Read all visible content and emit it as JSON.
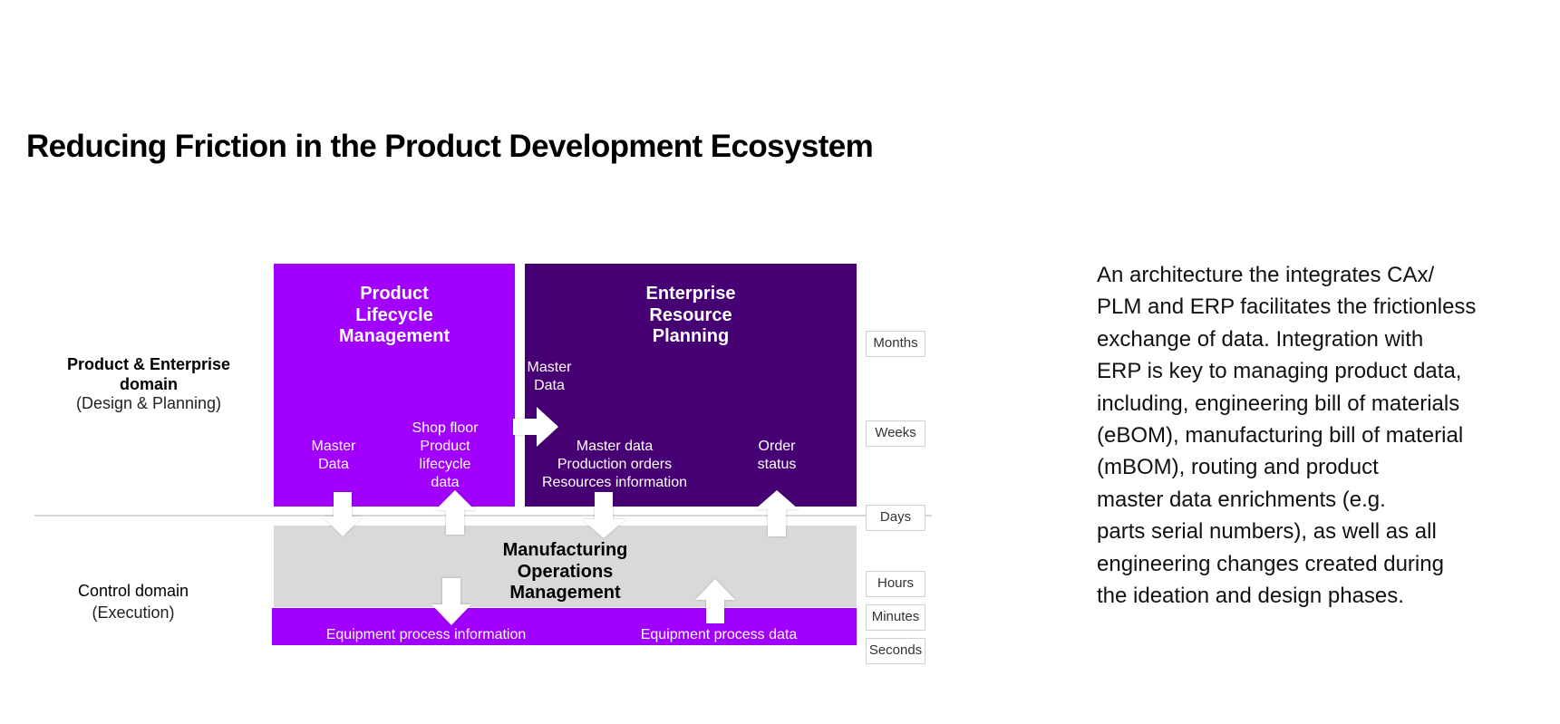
{
  "title": "Reducing Friction in the Product Development Ecosystem",
  "domains": {
    "product": {
      "title": "Product & Enterprise\ndomain",
      "subtitle": "(Design & Planning)"
    },
    "control": {
      "title": "Control domain",
      "subtitle": "(Execution)"
    }
  },
  "blocks": {
    "plm": {
      "title": "Product\nLifecycle\nManagement",
      "master_data": "Master\nData",
      "shop_floor": "Shop floor\nProduct\nlifecycle\ndata"
    },
    "erp": {
      "title": "Enterprise\nResource\nPlanning",
      "master_data": "Master\nData",
      "master_production": "Master data\nProduction orders\nResources information",
      "order_status": "Order\nstatus"
    },
    "mom": {
      "title": "Manufacturing\nOperations\nManagement"
    },
    "equipment": {
      "process_info": "Equipment process information",
      "process_data": "Equipment process data"
    }
  },
  "timescale": [
    "Months",
    "Weeks",
    "Days",
    "Hours",
    "Minutes",
    "Seconds"
  ],
  "description": "An architecture the integrates CAx/\nPLM and ERP facilitates the frictionless\nexchange of data. Integration with\nERP is key to managing product data,\nincluding, engineering bill of materials\n(eBOM), manufacturing bill of material\n(mBOM), routing and product\nmaster data enrichments (e.g.\nparts serial numbers), as well as all\nengineering changes created during\nthe ideation and design phases.",
  "colors": {
    "plm": "#a100ff",
    "erp": "#460073",
    "mom": "#d9d9d9",
    "equipment": "#a100ff"
  }
}
